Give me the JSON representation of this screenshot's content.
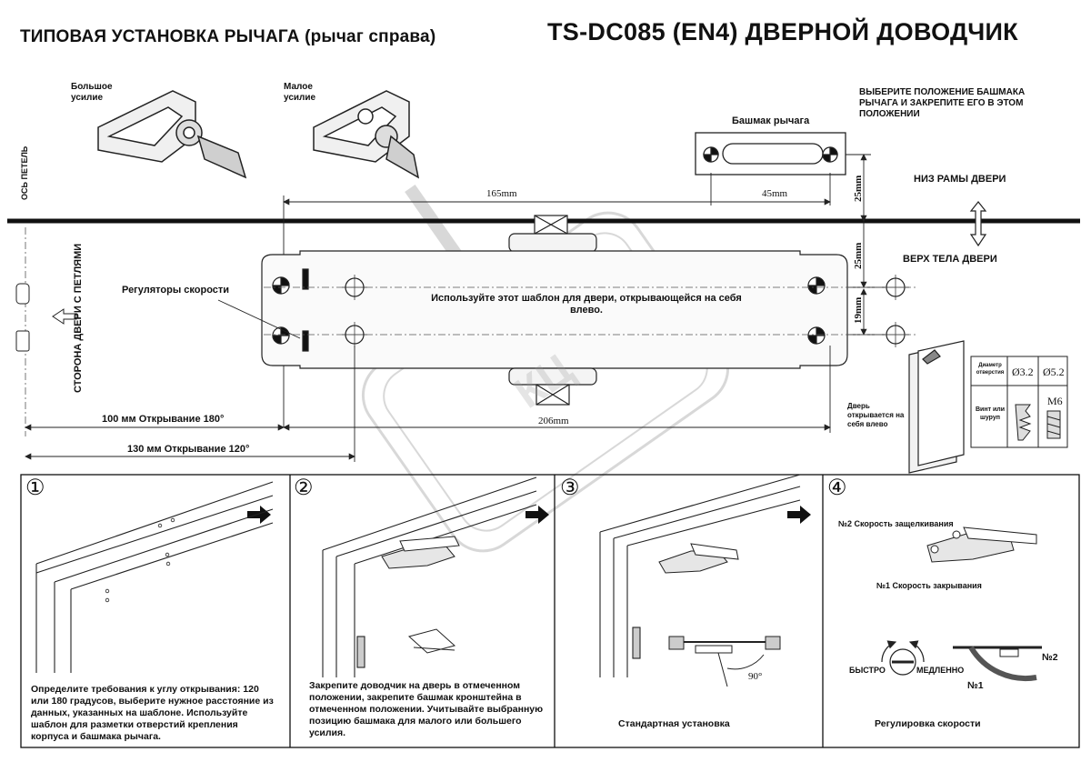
{
  "header": {
    "left_title": "ТИПОВАЯ УСТАНОВКА РЫЧАГА (рычаг справа)",
    "right_title": "TS-DC085 (EN4) ДВЕРНОЙ ДОВОДЧИК"
  },
  "force_labels": {
    "strong": "Большое усилие",
    "weak": "Малое усилие"
  },
  "shoe": {
    "instruction": "ВЫБЕРИТЕ ПОЛОЖЕНИЕ БАШМАКА РЫЧАГА И ЗАКРЕПИТЕ ЕГО В ЭТОМ ПОЛОЖЕНИИ",
    "label": "Башмак рычага"
  },
  "frame": {
    "bottom_label": "НИЗ РАМЫ ДВЕРИ",
    "door_top_label": "ВЕРХ ТЕЛА ДВЕРИ",
    "hinge_axis": "ОСЬ ПЕТЕЛЬ",
    "hinge_side": "СТОРОНА ДВЕРИ С ПЕТЛЯМИ"
  },
  "dimensions": {
    "d165": "165mm",
    "d45": "45mm",
    "d25a": "25mm",
    "d25b": "25mm",
    "d19": "19mm",
    "d206": "206mm",
    "open180": "100 мм   Открывание 180°",
    "open120": "130 мм   Открывание 120°"
  },
  "template": {
    "speed_regulators": "Регуляторы скорости",
    "note": "Используйте этот шаблон для двери, открывающейся на себя влево."
  },
  "door_note": "Дверь открывается на себя влево",
  "screw_table": {
    "diameter_header": "Диаметр отверстия",
    "d1": "Ø3.2",
    "d2": "Ø5.2",
    "screw_header": "Винт или шуруп",
    "m6": "M6"
  },
  "steps": [
    {
      "number": "①",
      "text": "Определите требования к углу открывания: 120 или 180 градусов, выберите нужное расстояние из данных, указанных на шаблоне. Используйте шаблон для разметки отверстий крепления корпуса и башмака рычага."
    },
    {
      "number": "②",
      "text": "Закрепите доводчик на дверь в отмеченном положении, закрепите башмак кронштейна в отмеченном положении. Учитывайте выбранную позицию башмака для малого или большего усилия."
    },
    {
      "number": "③",
      "text": "Стандартная установка",
      "angle": "90°"
    },
    {
      "number": "④",
      "text": "Регулировка скорости",
      "latch_speed": "№2 Скорость защелкивания",
      "close_speed": "№1 Скорость закрывания",
      "fast": "БЫСТРО",
      "slow": "МЕДЛЕННО",
      "n1": "№1",
      "n2": "№2"
    }
  ],
  "watermark": "КЦ"
}
